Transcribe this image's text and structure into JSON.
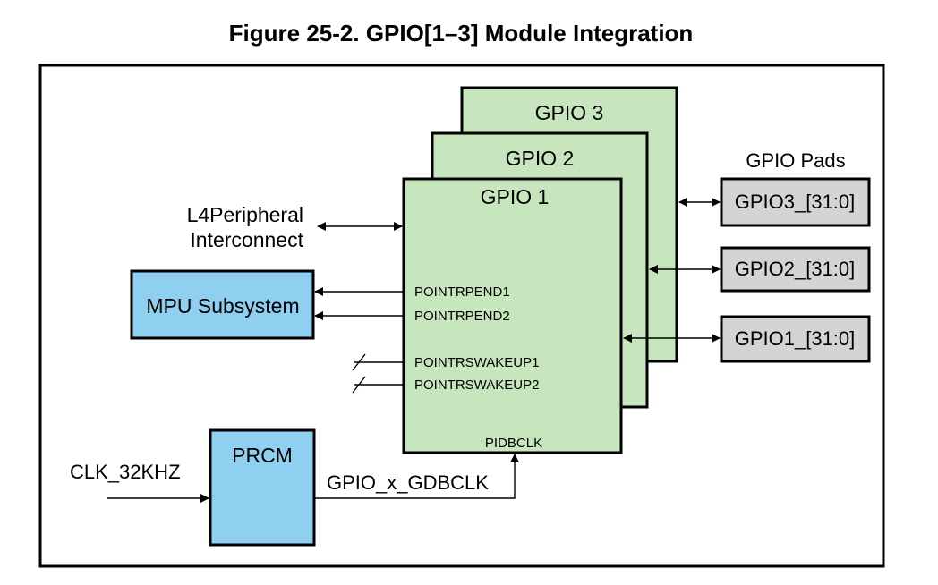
{
  "title": "Figure 25-2. GPIO[1–3] Module Integration",
  "gpio_modules": [
    "GPIO 3",
    "GPIO 2",
    "GPIO 1"
  ],
  "interconnect": [
    "L4Peripheral",
    "Interconnect"
  ],
  "mpu_label": "MPU Subsystem",
  "prcm_label": "PRCM",
  "signals": {
    "pointrpend1": "POINTRPEND1",
    "pointrpend2": "POINTRPEND2",
    "pointrswakeup1": "POINTRSWAKEUP1",
    "pointrswakeup2": "POINTRSWAKEUP2",
    "pidbclk": "PIDBCLK"
  },
  "pads_title": "GPIO Pads",
  "pads": [
    "GPIO3_[31:0]",
    "GPIO2_[31:0]",
    "GPIO1_[31:0]"
  ],
  "clk_in": "CLK_32KHZ",
  "gdbclk": "GPIO_x_GDBCLK",
  "colors": {
    "gpio_fill": "#c8e6bd",
    "blue_fill": "#8fcff0",
    "pad_fill": "#d4d4d4"
  }
}
